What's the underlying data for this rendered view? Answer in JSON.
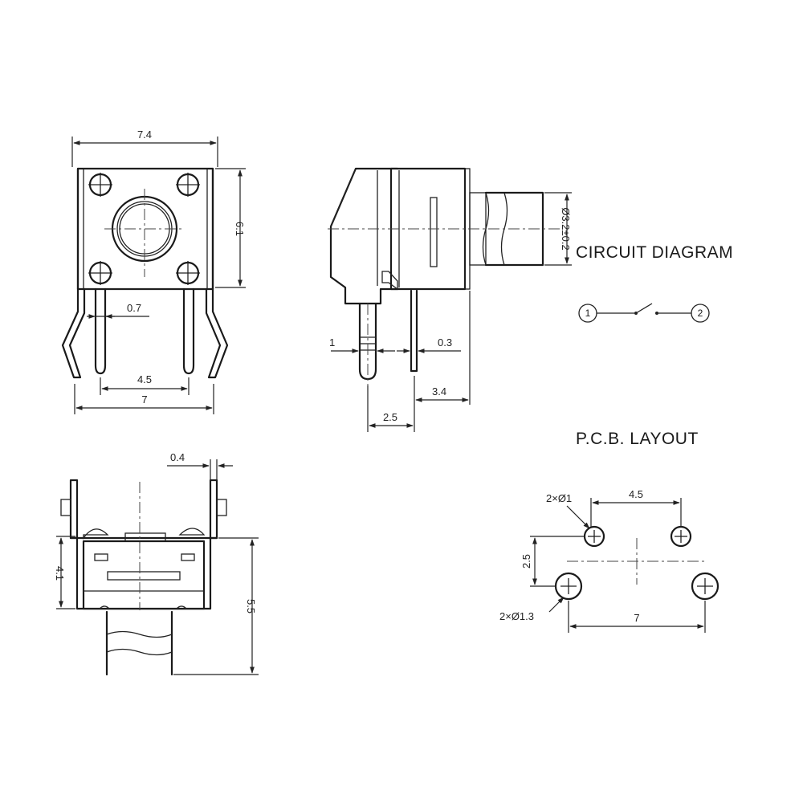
{
  "headings": {
    "circuit": "CIRCUIT DIAGRAM",
    "pcb": "P.C.B. LAYOUT"
  },
  "front_view": {
    "width": "7.4",
    "height": "6.1",
    "pin_width": "0.7",
    "inner_pitch": "4.5",
    "outer_pitch": "7"
  },
  "side_view": {
    "stem_diameter": "Ø3.2±0.2",
    "lead_a": "1",
    "lead_b": "0.3",
    "offset_a": "2.5",
    "offset_b": "3.4"
  },
  "bottom_view": {
    "thickness": "0.4",
    "body_height": "4.1",
    "total_height": "5.5"
  },
  "circuit": {
    "pin1": "1",
    "pin2": "2"
  },
  "pcb": {
    "small_holes": "2×Ø1",
    "large_holes": "2×Ø1.3",
    "small_pitch": "4.5",
    "row_spacing": "2.5",
    "large_pitch": "7"
  }
}
